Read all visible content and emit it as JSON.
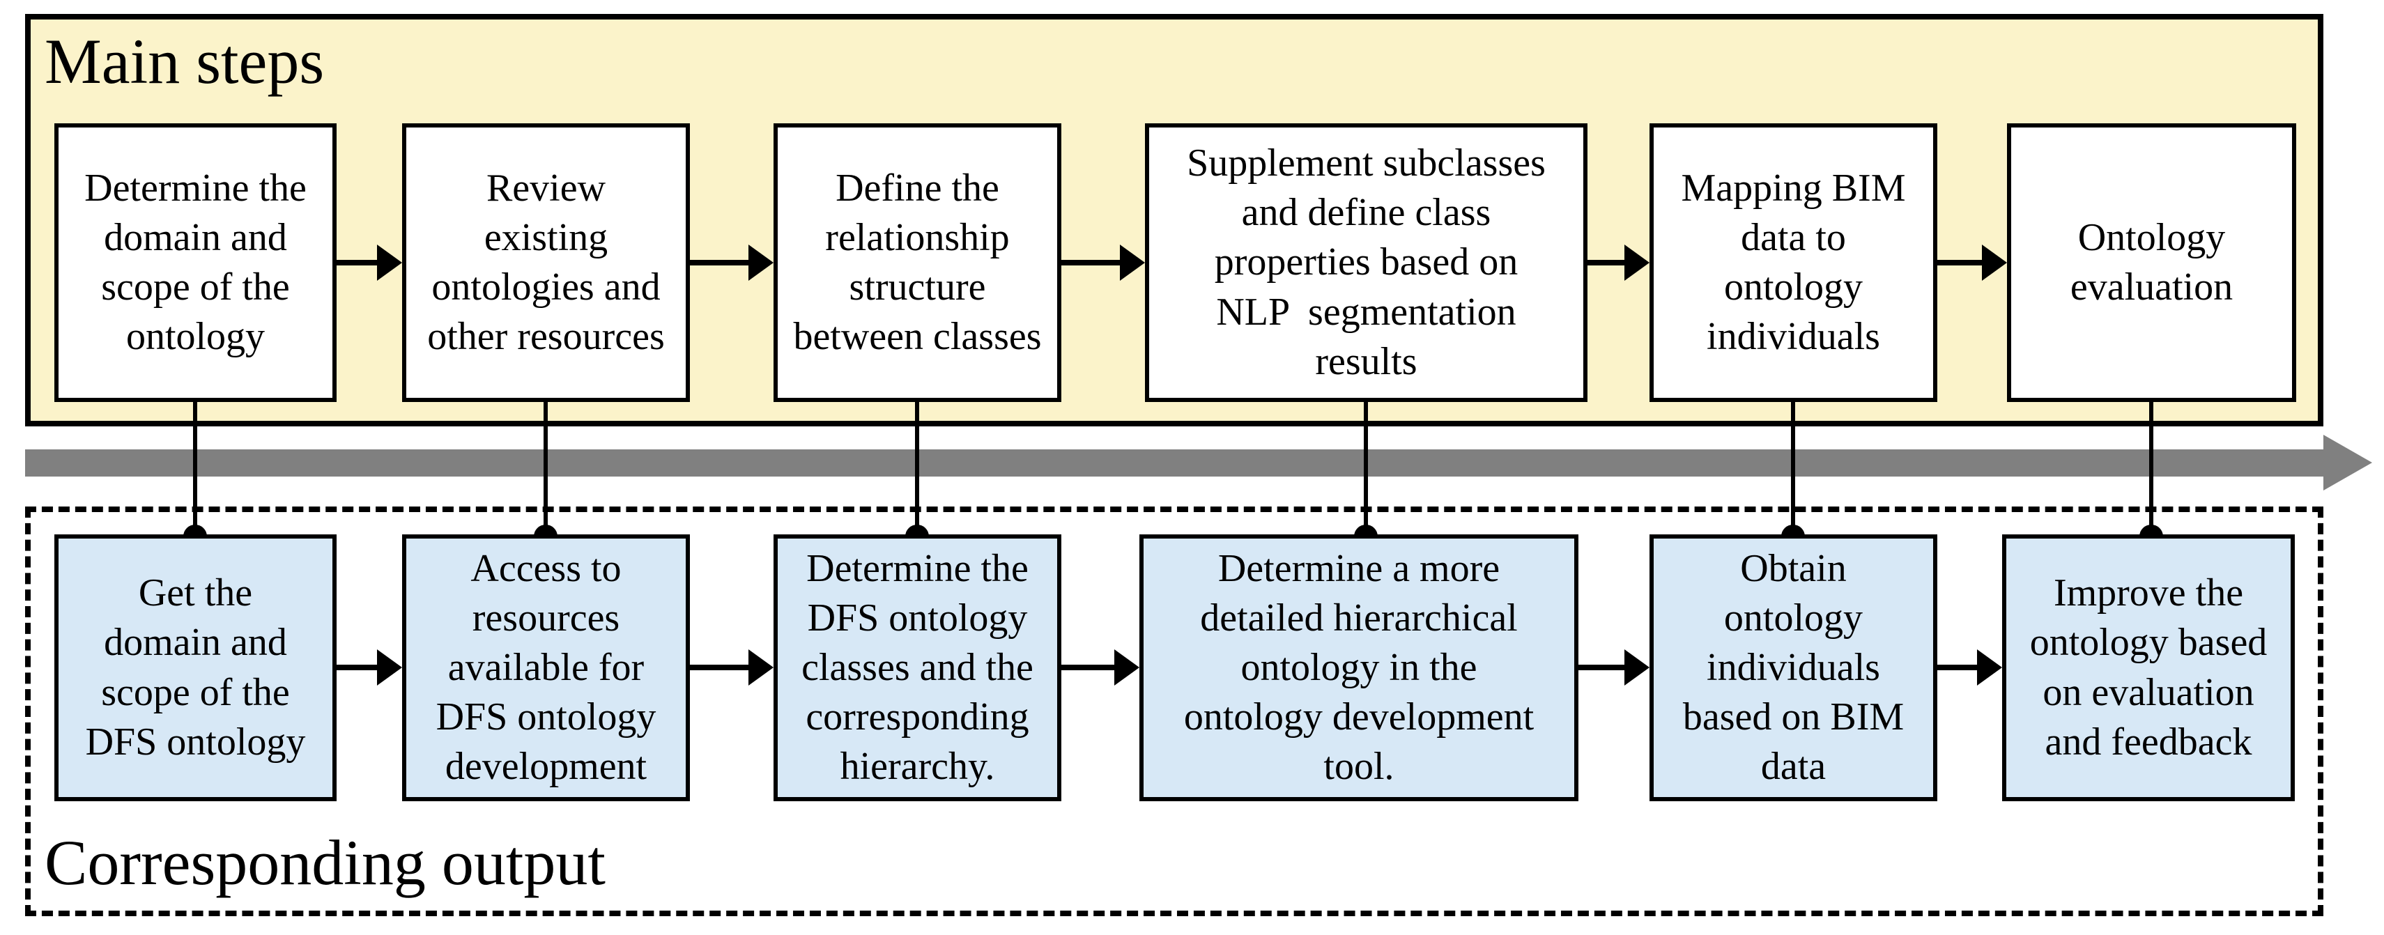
{
  "diagram": {
    "panels": {
      "steps_title": "Main steps",
      "output_title": "Corresponding output"
    },
    "colors": {
      "steps_panel_bg": "#FBF3CA",
      "step_box_bg": "#FFFFFF",
      "output_box_bg": "#D7E8F6",
      "timeline_arrow": "#808080",
      "line": "#000000"
    },
    "columns": [
      {
        "step": "Determine the\ndomain and\nscope of the\nontology",
        "output": "Get the\ndomain and\nscope of the\nDFS ontology"
      },
      {
        "step": "Review\nexisting\nontologies and\nother resources",
        "output": "Access to\nresources\navailable for\nDFS ontology\ndevelopment"
      },
      {
        "step": "Define the\nrelationship\nstructure\nbetween classes",
        "output": "Determine the\nDFS ontology\nclasses and the\ncorresponding\nhierarchy."
      },
      {
        "step": "Supplement subclasses\nand define class\nproperties based on\nNLP  segmentation\nresults",
        "output": "Determine a more\ndetailed hierarchical\nontology in the\nontology development\ntool."
      },
      {
        "step": "Mapping BIM\ndata to\nontology\nindividuals",
        "output": "Obtain\nontology\nindividuals\nbased on BIM\ndata"
      },
      {
        "step": "Ontology\nevaluation",
        "output": "Improve the\nontology based\non evaluation\nand feedback"
      }
    ]
  }
}
